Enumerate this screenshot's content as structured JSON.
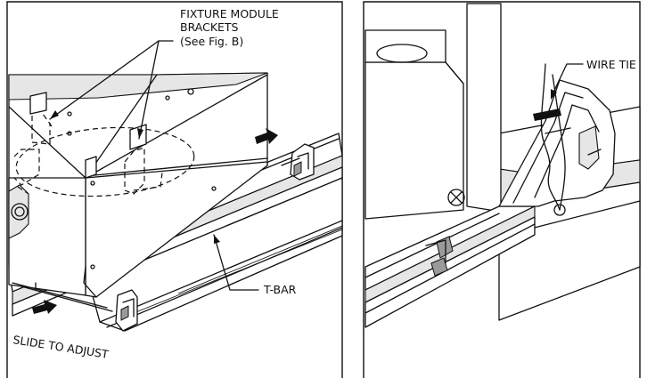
{
  "panel_left": {
    "callout_brackets": [
      "FIXTURE MODULE",
      "BRACKETS",
      "(See Fig. B)"
    ],
    "callout_tbar": "T-BAR",
    "callout_slide": "SLIDE TO ADJUST"
  },
  "panel_right": {
    "callout_wire_tie": "WIRE TIE"
  }
}
